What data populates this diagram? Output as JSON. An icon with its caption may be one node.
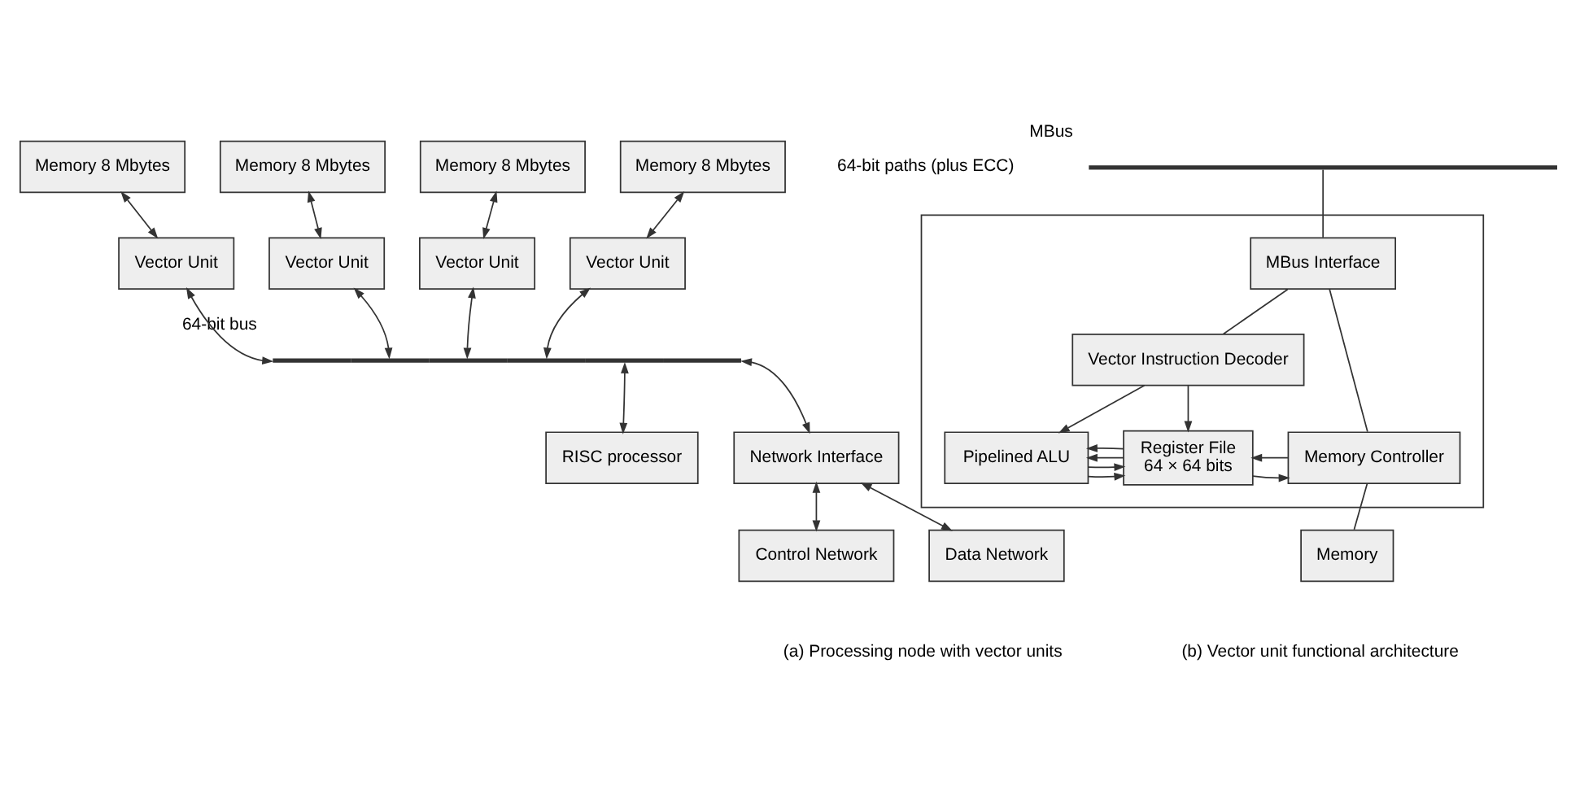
{
  "diagram": {
    "nodes": [
      {
        "text": [
          "Memory 8 Mbytes"
        ]
      },
      {
        "text": [
          "Memory 8 Mbytes"
        ]
      },
      {
        "text": [
          "Memory 8 Mbytes"
        ]
      },
      {
        "text": [
          "Memory 8 Mbytes"
        ]
      },
      {
        "text": [
          "Vector Unit"
        ]
      },
      {
        "text": [
          "Vector Unit"
        ]
      },
      {
        "text": [
          "Vector Unit"
        ]
      },
      {
        "text": [
          "Vector Unit"
        ]
      },
      {
        "text": [],
        "shape": "bar",
        "beside": [
          "64-bit bus"
        ]
      },
      {
        "text": [
          "RISC processor"
        ]
      },
      {
        "text": [
          "Network Interface"
        ]
      },
      {
        "text": [
          "Control Network"
        ]
      },
      {
        "text": [
          "Data Network"
        ]
      },
      {
        "text": [],
        "shape": "bar",
        "beside": [
          "MBus"
        ]
      },
      {
        "text": [],
        "shape": "box"
      },
      {
        "text": [
          "MBus Interface"
        ],
        "in": 14
      },
      {
        "text": [
          "Vector Instruction Decoder"
        ],
        "in": 14
      },
      {
        "text": [
          "Pipelined ALU"
        ],
        "in": 14
      },
      {
        "text": [
          "Register File",
          "64 × 64 bits"
        ],
        "in": 14
      },
      {
        "text": [
          "Memory Controller"
        ],
        "in": 14
      },
      {
        "text": [
          "Memory"
        ]
      }
    ],
    "edges": [
      {
        "from": 0,
        "to": 4,
        "arrow": "both"
      },
      {
        "from": 1,
        "to": 5,
        "arrow": "both"
      },
      {
        "from": 2,
        "to": 6,
        "arrow": "both"
      },
      {
        "from": 3,
        "to": 7,
        "arrow": "both"
      },
      {
        "from": 4,
        "to": 8,
        "arrow": "both"
      },
      {
        "from": 5,
        "to": 8,
        "arrow": "both"
      },
      {
        "from": 6,
        "to": 8,
        "arrow": "both"
      },
      {
        "from": 7,
        "to": 8,
        "arrow": "both"
      },
      {
        "from": 8,
        "to": 9,
        "arrow": "both"
      },
      {
        "from": 8,
        "to": 10,
        "arrow": "both"
      },
      {
        "from": 10,
        "to": 11,
        "arrow": "both"
      },
      {
        "from": 10,
        "to": 12,
        "arrow": "both"
      },
      {
        "from": 13,
        "to": 15,
        "arrow": "none"
      },
      {
        "from": 15,
        "to": 16,
        "arrow": "none"
      },
      {
        "from": 15,
        "to": 19,
        "arrow": "none"
      },
      {
        "from": 16,
        "to": 17,
        "arrow": "to"
      },
      {
        "from": 16,
        "to": 18,
        "arrow": "to"
      },
      {
        "from": 17,
        "to": 18,
        "arrow": "to"
      },
      {
        "from": 17,
        "to": 18,
        "arrow": "to"
      },
      {
        "from": 18,
        "to": 17,
        "arrow": "to"
      },
      {
        "from": 18,
        "to": 17,
        "arrow": "to"
      },
      {
        "from": 18,
        "to": 19,
        "arrow": "to"
      },
      {
        "from": 19,
        "to": 18,
        "arrow": "to"
      },
      {
        "from": 19,
        "to": 20,
        "arrow": "none"
      }
    ],
    "labels": [
      "64-bit paths (plus ECC)",
      "(a) Processing node with vector units",
      "(b) Vector unit functional architecture"
    ]
  }
}
